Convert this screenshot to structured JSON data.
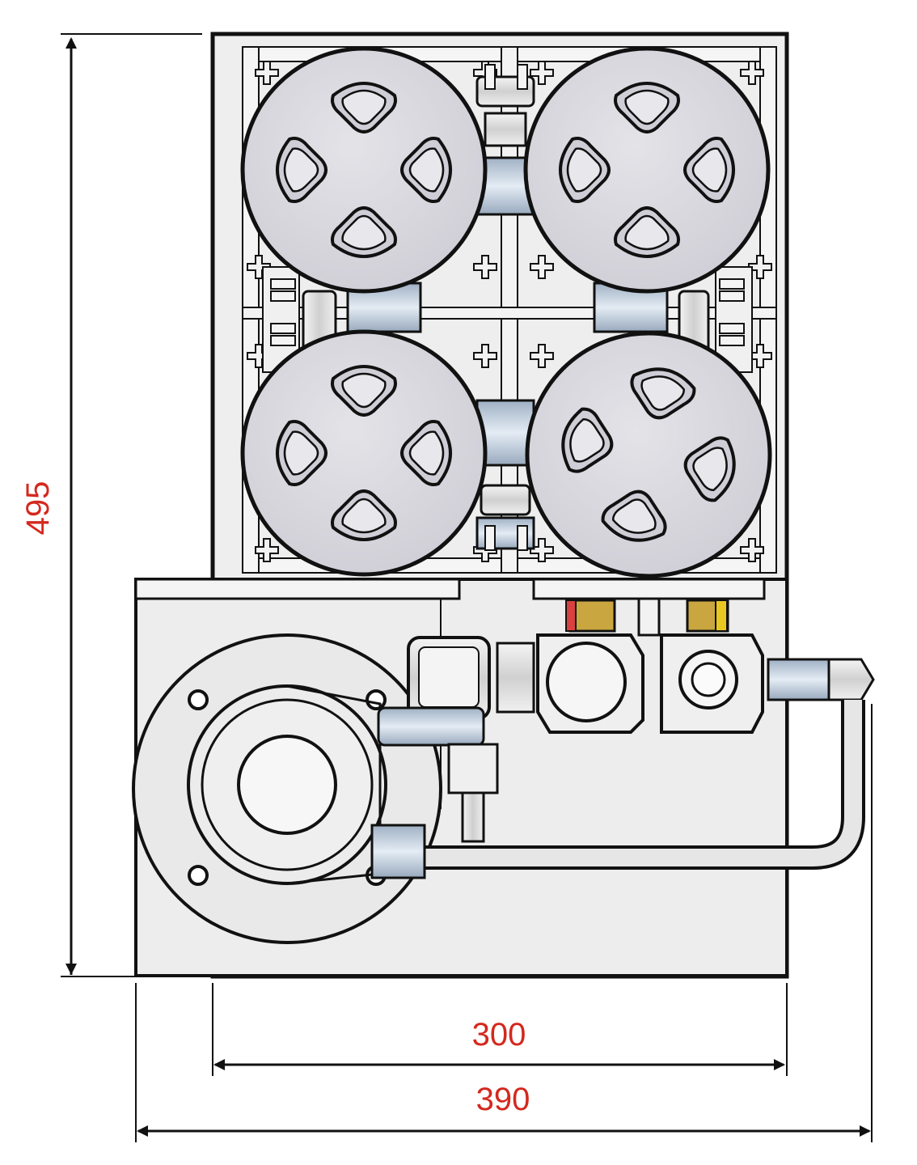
{
  "drawing": {
    "dimensions": {
      "height": "495",
      "inner_width": "300",
      "outer_width": "390"
    },
    "colors": {
      "dimension_text": "#d4281e",
      "line": "#111111",
      "panel_fill": "#ededed",
      "filter_fill": "#d9d8de",
      "fitting_fill": "#bcc9d8",
      "brass": "#c9a640",
      "red_ring": "#d94040",
      "yellow_ring": "#e8c820"
    },
    "filter_count": 4
  }
}
